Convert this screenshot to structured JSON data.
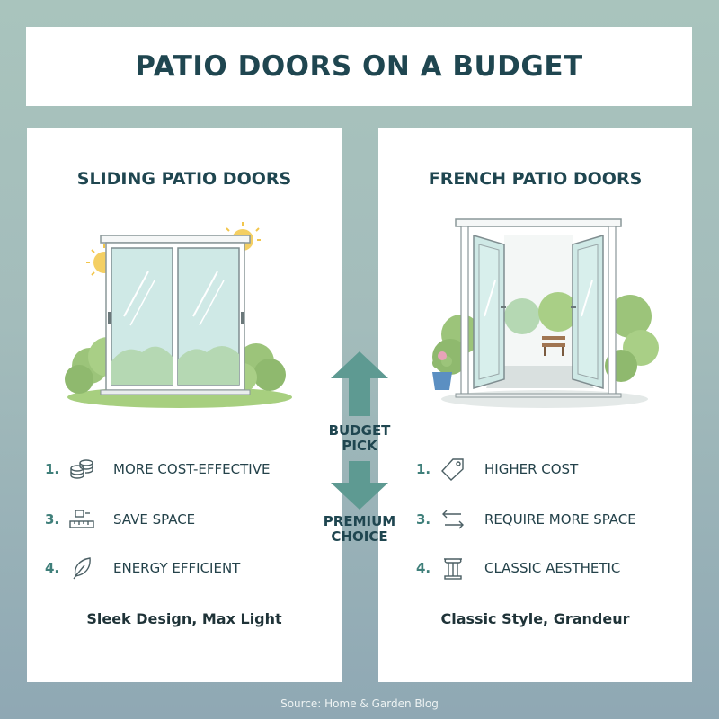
{
  "title": "PATIO DOORS ON A BUDGET",
  "left": {
    "heading": "SLIDING PATIO DOORS",
    "features": [
      {
        "num": "1.",
        "label": "MORE COST-EFFECTIVE",
        "icon": "coins-icon"
      },
      {
        "num": "3.",
        "label": "SAVE SPACE",
        "icon": "ruler-icon"
      },
      {
        "num": "4.",
        "label": "ENERGY EFFICIENT",
        "icon": "leaf-icon"
      }
    ],
    "tagline": "Sleek Design, Max Light"
  },
  "right": {
    "heading": "FRENCH PATIO DOORS",
    "features": [
      {
        "num": "1.",
        "label": "HIGHER COST",
        "icon": "price-tag-icon"
      },
      {
        "num": "3.",
        "label": "REQUIRE MORE SPACE",
        "icon": "swap-arrows-icon"
      },
      {
        "num": "4.",
        "label": "CLASSIC AESTHETIC",
        "icon": "column-icon"
      }
    ],
    "tagline": "Classic Style, Grandeur"
  },
  "center": {
    "top_label": "BUDGET PICK",
    "bottom_label": "PREMIUM CHOICE"
  },
  "source": "Source: Home & Garden Blog",
  "colors": {
    "accent": "#5e9a92",
    "title_text": "#1f4650",
    "glass": "#cfe9e6",
    "foliage": "#9cc47a",
    "sun": "#f2c64c"
  }
}
